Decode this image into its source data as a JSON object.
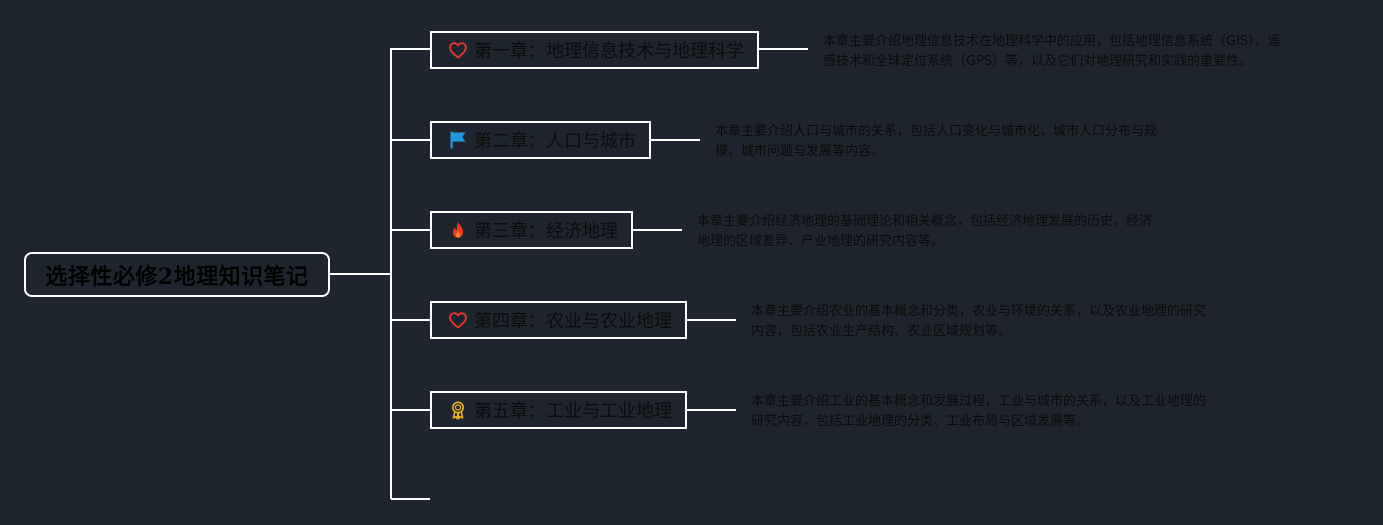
{
  "root": {
    "title": "选择性必修2地理知识笔记"
  },
  "chapters": [
    {
      "title": "第一章：地理信息技术与地理科学",
      "icon": "heart-icon",
      "icon_color": "#e8362a",
      "desc_lines": [
        "本章主要介绍地理信息技术在地理科学中的应用，包括地理信息系统（GIS）、遥",
        "感技术和全球定位系统（GPS）等，以及它们对地理研究和实践的重要性。"
      ]
    },
    {
      "title": "第二章：人口与城市",
      "icon": "flag-icon",
      "icon_color": "#1f9ae0",
      "desc_lines": [
        "本章主要介绍人口与城市的关系，包括人口变化与城市化、城市人口分布与规",
        "模、城市问题与发展等内容。"
      ]
    },
    {
      "title": "第三章：经济地理",
      "icon": "fire-icon",
      "icon_color": "#f03a17",
      "desc_lines": [
        "本章主要介绍经济地理的基础理论和相关概念，包括经济地理发展的历史、经济",
        "地理的区域差异、产业地理的研究内容等。"
      ]
    },
    {
      "title": "第四章：农业与农业地理",
      "icon": "heart-icon",
      "icon_color": "#e8362a",
      "desc_lines": [
        "本章主要介绍农业的基本概念和分类，农业与环境的关系，以及农业地理的研究",
        "内容，包括农业生产结构、农业区域规划等。"
      ]
    },
    {
      "title": "第五章：工业与工业地理",
      "icon": "medal-icon",
      "icon_color": "#e6b21c",
      "desc_lines": [
        "本章主要介绍工业的基本概念和发展过程，工业与城市的关系，以及工业地理的",
        "研究内容，包括工业地理的分类、工业布局与区域发展等。"
      ]
    }
  ],
  "colors": {
    "background": "#1f252e",
    "lines": "#ffffff",
    "text": "#000000"
  }
}
